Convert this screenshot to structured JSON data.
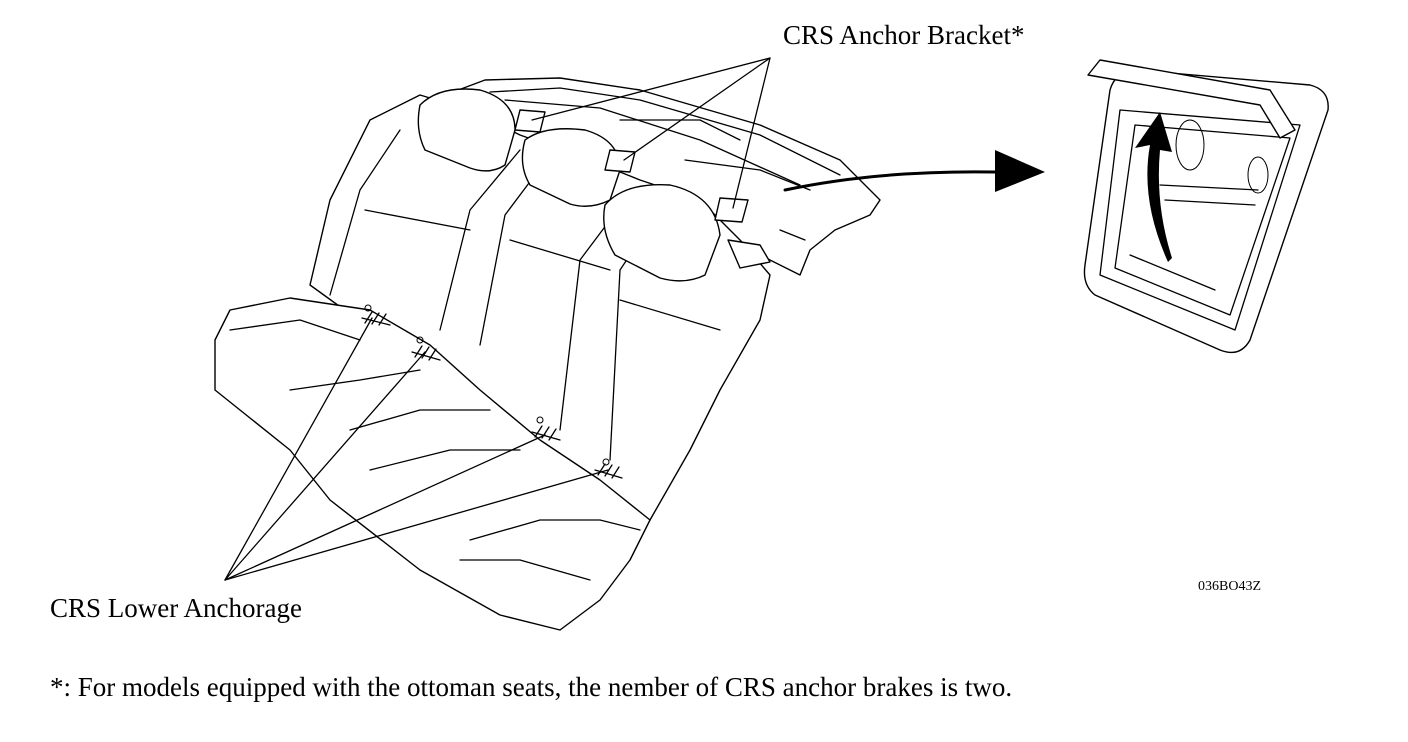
{
  "labels": {
    "anchor_bracket": "CRS Anchor Bracket*",
    "lower_anchorage": "CRS Lower Anchorage",
    "figure_code": "036BO43Z",
    "footnote": "*: For models equipped with the ottoman seats, the nember of CRS anchor brakes is two."
  },
  "colors": {
    "line": "#000000",
    "background": "#ffffff"
  },
  "icons": {
    "direction_arrow": "arrow-right-icon",
    "open_arrow": "curved-arrow-up-icon"
  }
}
